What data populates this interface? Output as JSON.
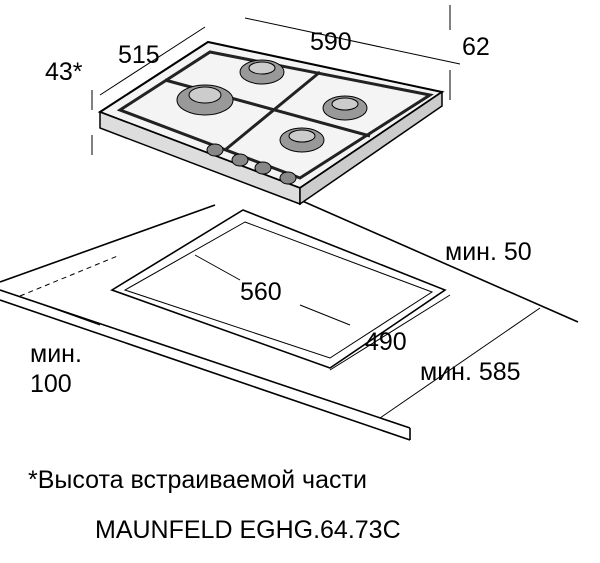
{
  "dimensions": {
    "depth": "515",
    "width": "590",
    "height_total": "62",
    "built_in_height": "43*",
    "min_back": "мин. 50",
    "cutout_width": "560",
    "cutout_depth": "490",
    "min_depth": "мин. 585",
    "min_side_label": "мин.",
    "min_side_value": "100"
  },
  "footnote": "*Высота встраиваемой части",
  "model": "MAUNFELD EGHG.64.73C"
}
